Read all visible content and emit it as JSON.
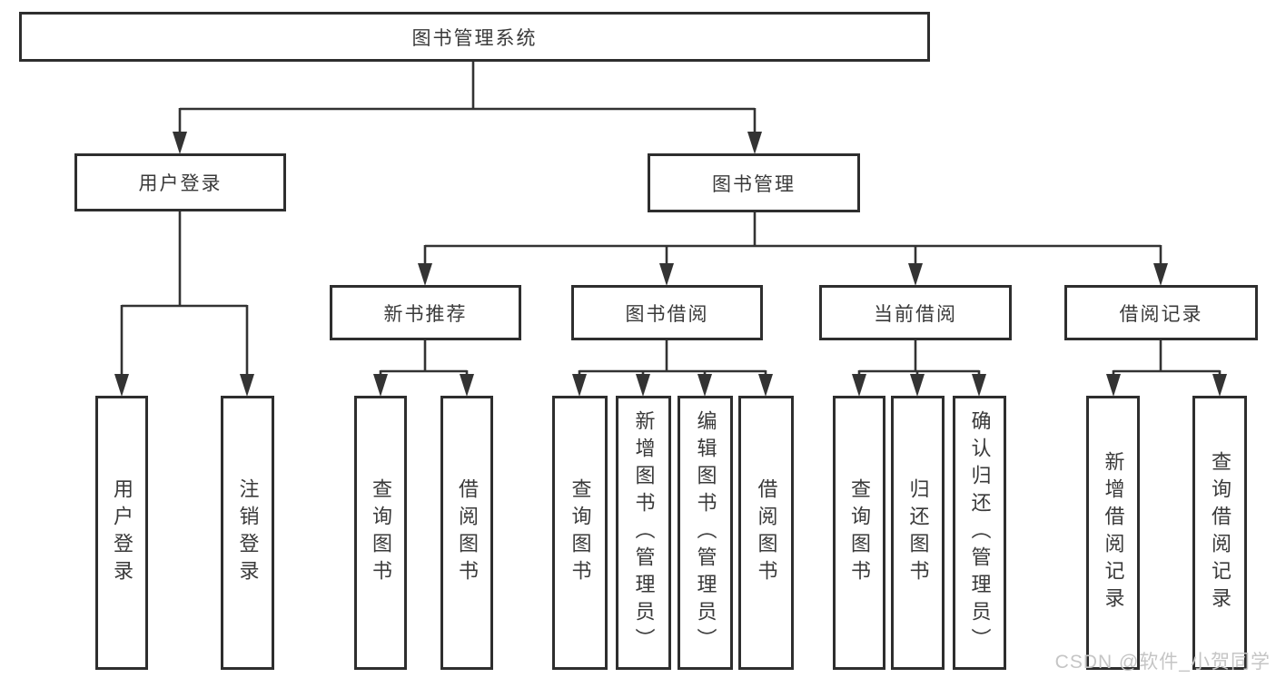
{
  "diagram": {
    "root": {
      "label": "图书管理系统"
    },
    "branches": [
      {
        "label": "用户登录",
        "children": [
          {
            "label": "用户登录"
          },
          {
            "label": "注销登录"
          }
        ]
      },
      {
        "label": "图书管理",
        "children": [
          {
            "label": "新书推荐",
            "children": [
              {
                "label": "查询图书"
              },
              {
                "label": "借阅图书"
              }
            ]
          },
          {
            "label": "图书借阅",
            "children": [
              {
                "label": "查询图书"
              },
              {
                "label": "新增图书（管理员）"
              },
              {
                "label": "编辑图书（管理员）"
              },
              {
                "label": "借阅图书"
              }
            ]
          },
          {
            "label": "当前借阅",
            "children": [
              {
                "label": "查询图书"
              },
              {
                "label": "归还图书"
              },
              {
                "label": "确认归还（管理员）"
              }
            ]
          },
          {
            "label": "借阅记录",
            "children": [
              {
                "label": "新增借阅记录"
              },
              {
                "label": "查询借阅记录"
              }
            ]
          }
        ]
      }
    ]
  },
  "watermark": {
    "text": "CSDN @软件_小贺同学"
  },
  "colors": {
    "line": "#333333",
    "box_border": "#2e2e2e",
    "box_fill": "#ffffff",
    "text": "#3a3a3a",
    "watermark": "#c5c5c5"
  }
}
